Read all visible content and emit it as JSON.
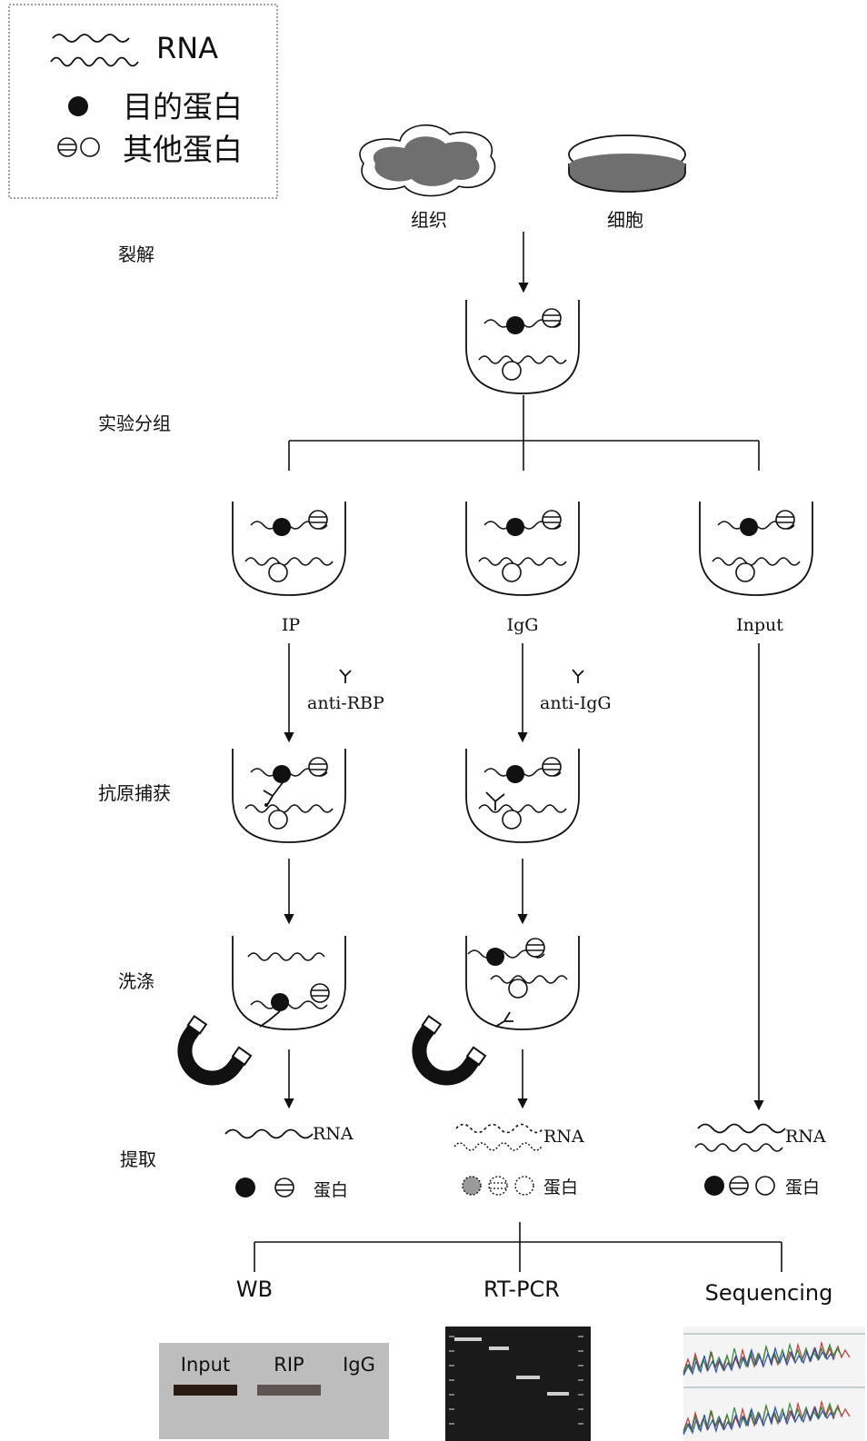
{
  "legend": {
    "rna": "RNA",
    "target_protein": "目的蛋白",
    "other_protein": "其他蛋白"
  },
  "sources": {
    "tissue": "组织",
    "cell": "细胞"
  },
  "steps": {
    "lysis": "裂解",
    "grouping": "实验分组",
    "capture": "抗原捕获",
    "wash": "洗涤",
    "extract": "提取"
  },
  "groups": {
    "ip": "IP",
    "igg": "IgG",
    "input": "Input"
  },
  "antibodies": {
    "anti_rbp": "anti-RBP",
    "anti_igg": "anti-IgG"
  },
  "extract_labels": {
    "rna": "RNA",
    "protein": "蛋白"
  },
  "methods": {
    "wb": "WB",
    "rtpcr": "RT-PCR",
    "seq": "Sequencing"
  },
  "wb_gel": {
    "lanes": [
      "Input",
      "RIP",
      "IgG"
    ]
  },
  "colors": {
    "line": "#111111",
    "tissue_fill": "#6f6f6f",
    "gel_bg": "#1a1a1a",
    "wb_bg": "#bdbdbd",
    "magnet": "#111111"
  }
}
